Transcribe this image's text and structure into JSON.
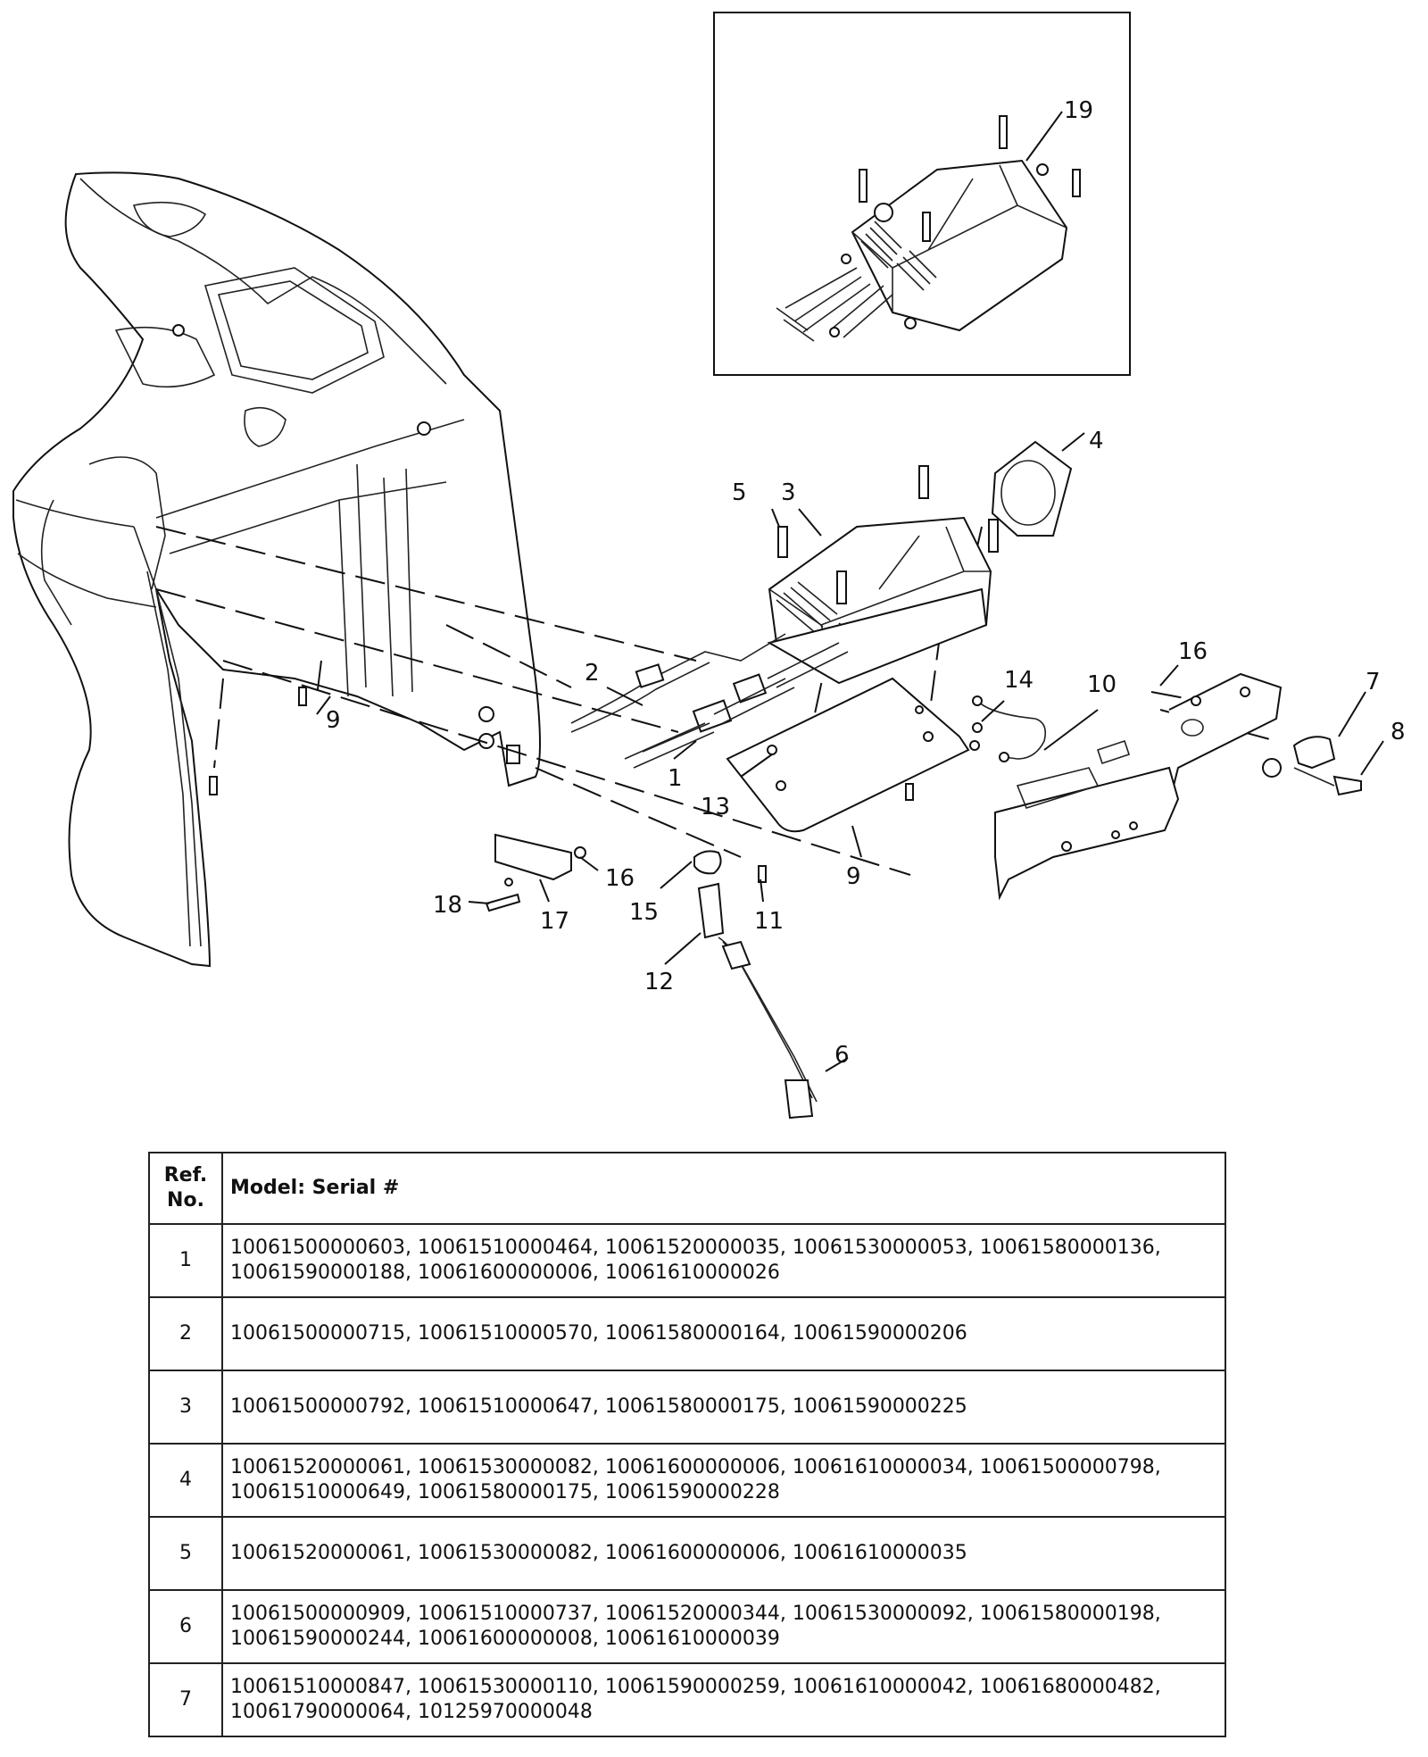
{
  "callouts": [
    "1",
    "2",
    "3",
    "4",
    "5",
    "6",
    "7",
    "8",
    "9",
    "9",
    "10",
    "11",
    "12",
    "13",
    "14",
    "15",
    "16",
    "16",
    "17",
    "18",
    "19"
  ],
  "table": {
    "headers": {
      "ref": "Ref.\nNo.",
      "model": "Model: Serial #"
    },
    "rows": [
      {
        "ref": "1",
        "serials": "10061500000603, 10061510000464, 10061520000035, 10061530000053, 10061580000136, 10061590000188, 10061600000006, 10061610000026"
      },
      {
        "ref": "2",
        "serials": "10061500000715, 10061510000570, 10061580000164, 10061590000206"
      },
      {
        "ref": "3",
        "serials": "10061500000792, 10061510000647, 10061580000175, 10061590000225"
      },
      {
        "ref": "4",
        "serials": "10061520000061, 10061530000082, 10061600000006, 10061610000034, 10061500000798, 10061510000649, 10061580000175, 10061590000228"
      },
      {
        "ref": "5",
        "serials": "10061520000061, 10061530000082, 10061600000006, 10061610000035"
      },
      {
        "ref": "6",
        "serials": "10061500000909, 10061510000737, 10061520000344, 10061530000092, 10061580000198, 10061590000244, 10061600000008, 10061610000039"
      },
      {
        "ref": "7",
        "serials": "10061510000847, 10061530000110, 10061590000259, 10061610000042, 10061680000482, 10061790000064, 10125970000048"
      }
    ]
  }
}
